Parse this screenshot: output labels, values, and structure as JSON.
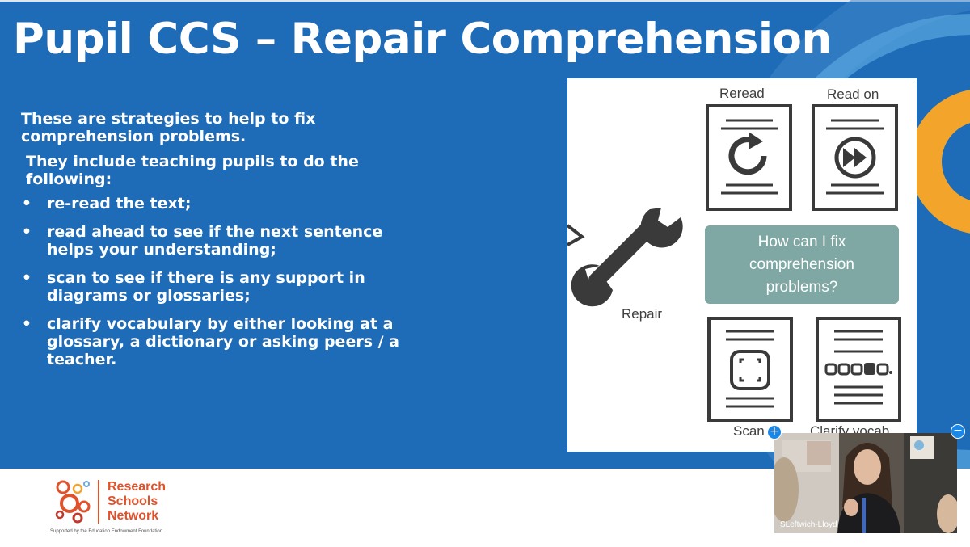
{
  "slide": {
    "title": "Pupil CCS – Repair Comprehension",
    "intro": "These are strategies to help to fix comprehension problems.",
    "lead": "They include teaching pupils to do the following:",
    "bullet_char": "•",
    "bullets": [
      "re-read the text;",
      "read ahead to see if the next sentence helps your understanding;",
      "scan to see if there is any support in diagrams or glossaries;",
      "clarify vocabulary by either looking at a glossary, a dictionary or asking peers / a teacher."
    ]
  },
  "diagram": {
    "reread_label": "Reread",
    "readon_label": "Read on",
    "repair_label": "Repair",
    "question": "How can I fix comprehension problems?",
    "scan_label": "Scan",
    "clarify_label": "Clarify vocab",
    "accent": "#7fa7a4",
    "icon_color": "#3a3a3a"
  },
  "footer": {
    "logo_line1": "Research",
    "logo_line2": "Schools",
    "logo_line3": "Network",
    "logo_tagline": "Supported by the Education Endowment Foundation",
    "brand_color": "#e0522b"
  },
  "video": {
    "participant_name": "SLeftwich-Lloyd",
    "expand_symbol": "+",
    "collapse_symbol": "−"
  },
  "colors": {
    "slide_bg": "#1e6bb8",
    "orange_arc": "#f3a52b",
    "light_arc": "#5aa6e0"
  }
}
